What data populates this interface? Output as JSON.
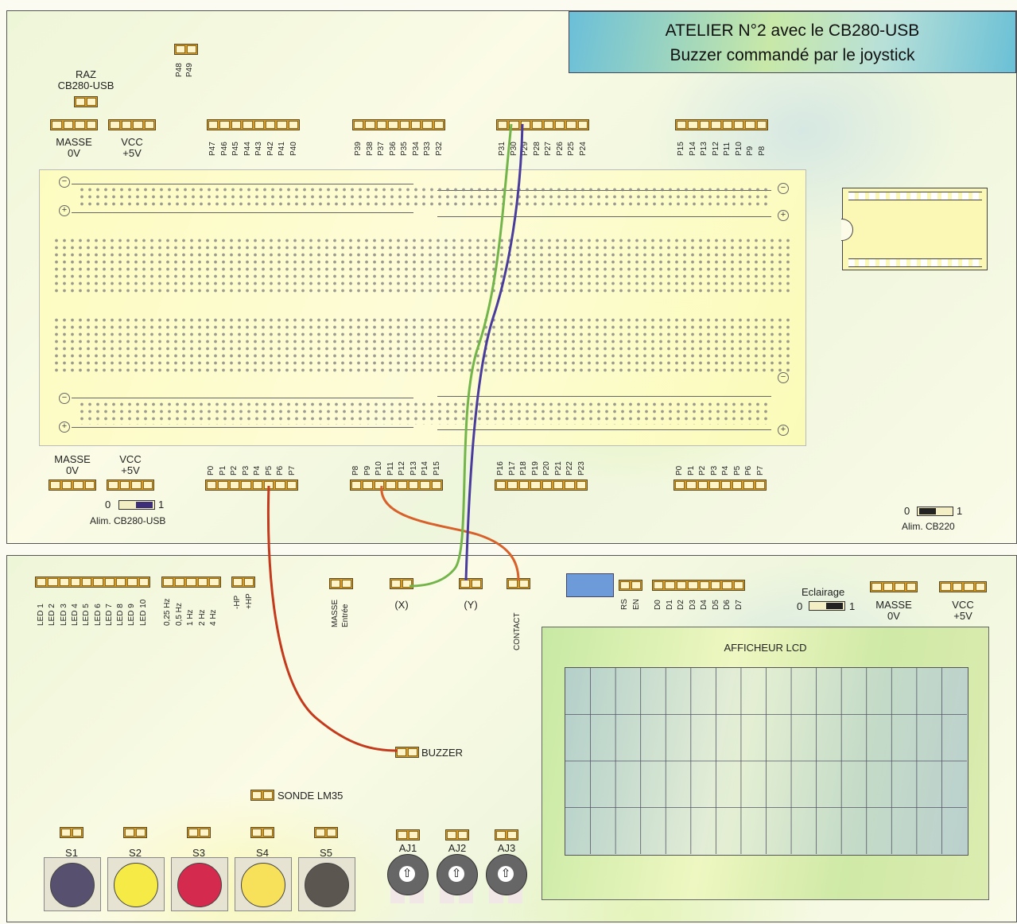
{
  "title": {
    "line1": "ATELIER N°2 avec le CB280-USB",
    "line2": "Buzzer commandé par le joystick"
  },
  "top_board": {
    "raz_label": "RAZ\nCB280-USB",
    "masse_label": "MASSE\n0V",
    "vcc_label": "VCC\n+5V",
    "p48_pins": [
      "P48",
      "P49"
    ],
    "header_p47_p40": [
      "P47",
      "P46",
      "P45",
      "P44",
      "P43",
      "P42",
      "P41",
      "P40"
    ],
    "header_p39_p32": [
      "P39",
      "P38",
      "P37",
      "P36",
      "P35",
      "P34",
      "P33",
      "P32"
    ],
    "header_p31_p24": [
      "P31",
      "P30",
      "P29",
      "P28",
      "P27",
      "P26",
      "P25",
      "P24"
    ],
    "header_p15_p8": [
      "P15",
      "P14",
      "P13",
      "P12",
      "P11",
      "P10",
      "P9",
      "P8"
    ],
    "bottom_masse": "MASSE\n0V",
    "bottom_vcc": "VCC\n+5V",
    "header_p0_p7": [
      "P0",
      "P1",
      "P2",
      "P3",
      "P4",
      "P5",
      "P6",
      "P7"
    ],
    "header_p8_p15": [
      "P8",
      "P9",
      "P10",
      "P11",
      "P12",
      "P13",
      "P14",
      "P15"
    ],
    "header_p16_p23": [
      "P16",
      "P17",
      "P18",
      "P19",
      "P20",
      "P21",
      "P22",
      "P23"
    ],
    "header_p0_p7_cb220": [
      "P0",
      "P1",
      "P2",
      "P3",
      "P4",
      "P5",
      "P6",
      "P7"
    ],
    "alim_usb": {
      "left": "0",
      "right": "1",
      "caption": "Alim. CB280-USB"
    },
    "alim_cb220": {
      "left": "0",
      "right": "1",
      "caption": "Alim. CB220"
    }
  },
  "bottom_board": {
    "leds": [
      "LED 1",
      "LED 2",
      "LED 3",
      "LED 4",
      "LED 5",
      "LED 6",
      "LED 7",
      "LED 8",
      "LED 9",
      "LED 10"
    ],
    "freqs": [
      "0,25 Hz",
      "0,5 Hz",
      "1 Hz",
      "2 Hz",
      "4 Hz"
    ],
    "hp": [
      "-HP",
      "+HP"
    ],
    "masse_entree": [
      "MASSE",
      "Entrée"
    ],
    "joystick_x": "(X)",
    "joystick_y": "(Y)",
    "contact": "CONTACT",
    "rs_en": [
      "RS",
      "EN"
    ],
    "data_pins": [
      "D0",
      "D1",
      "D2",
      "D3",
      "D4",
      "D5",
      "D6",
      "D7"
    ],
    "eclairage": {
      "label": "Eclairage",
      "left": "0",
      "right": "1"
    },
    "masse": "MASSE\n0V",
    "vcc": "VCC\n+5V",
    "lcd_title": "AFFICHEUR LCD",
    "buzzer": "BUZZER",
    "sonde": "SONDE LM35",
    "switches": [
      "S1",
      "S2",
      "S3",
      "S4",
      "S5"
    ],
    "pots": [
      "AJ1",
      "AJ2",
      "AJ3"
    ]
  },
  "colors": {
    "button_caps": [
      "#57506e",
      "#f6ea46",
      "#d32a4e",
      "#f7e05a",
      "#5b5650"
    ],
    "wire_red": "#c43a1c",
    "wire_orange": "#d8602a",
    "wire_green": "#73b54b",
    "wire_purple": "#4a3c9c"
  }
}
